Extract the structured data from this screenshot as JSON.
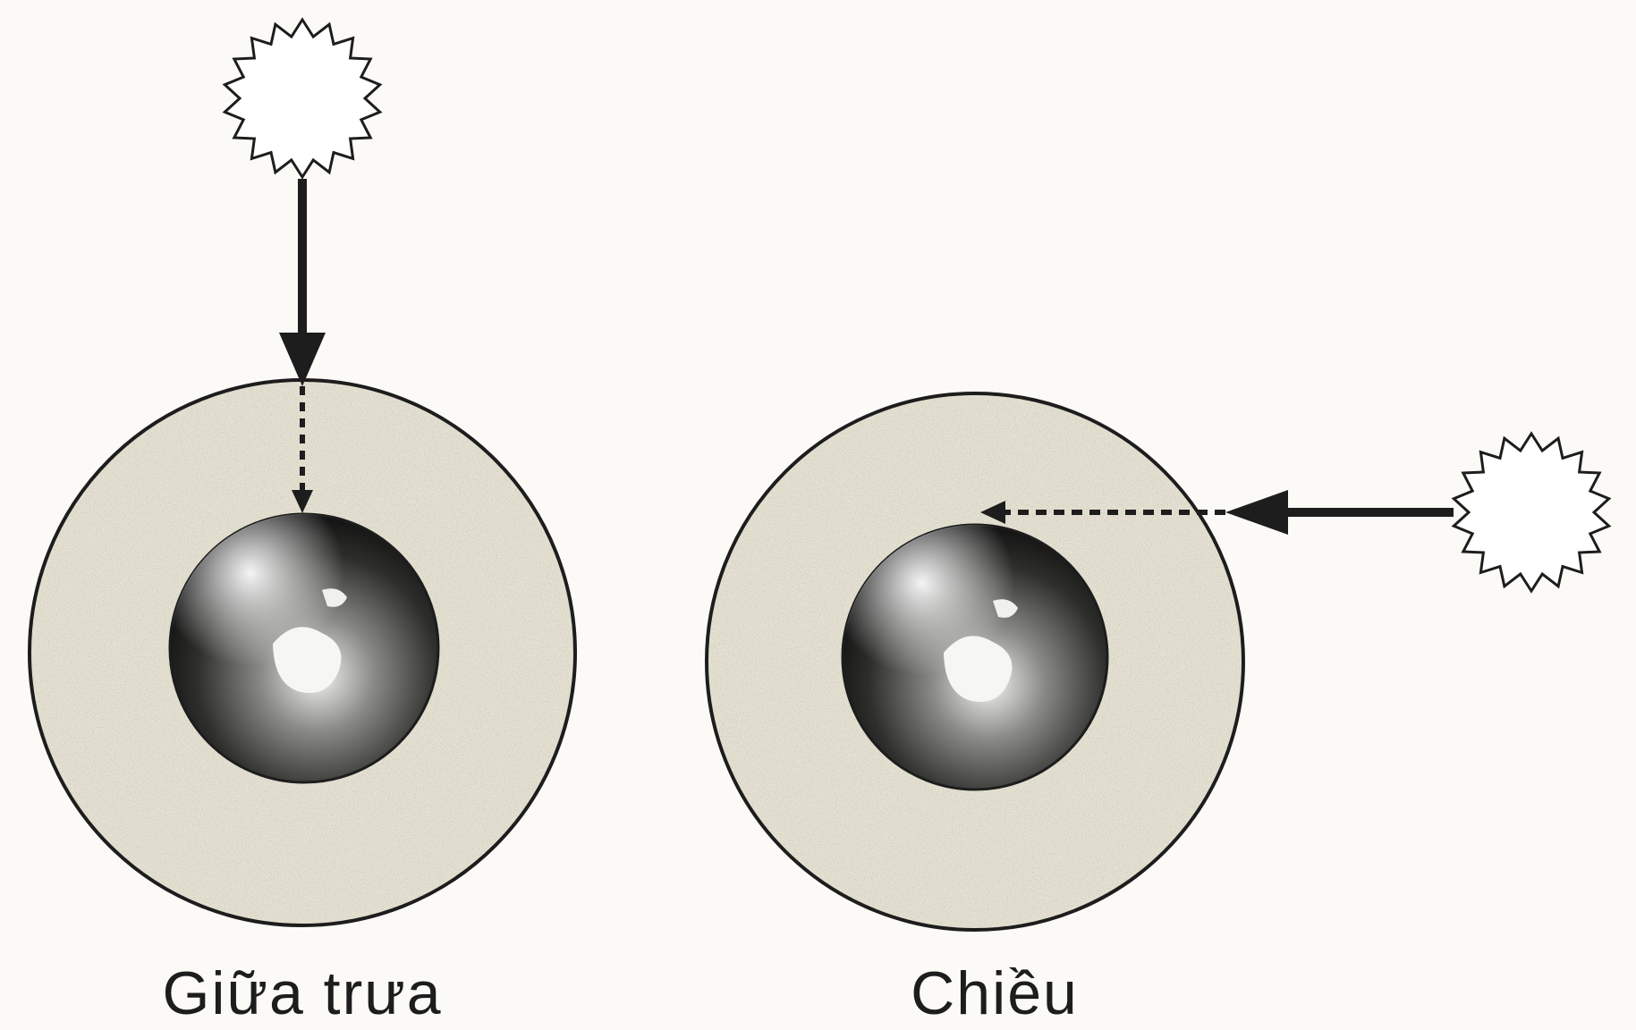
{
  "panels": [
    {
      "id": "noon",
      "caption": "Giữa trưa",
      "sun_direction": "top"
    },
    {
      "id": "afternoon",
      "caption": "Chiều",
      "sun_direction": "right"
    }
  ],
  "colors": {
    "background": "#fbfaf6",
    "atmosphere": "#e4e0d0",
    "outline": "#1d1d1d",
    "earth_dark": "#2a2a2a"
  }
}
